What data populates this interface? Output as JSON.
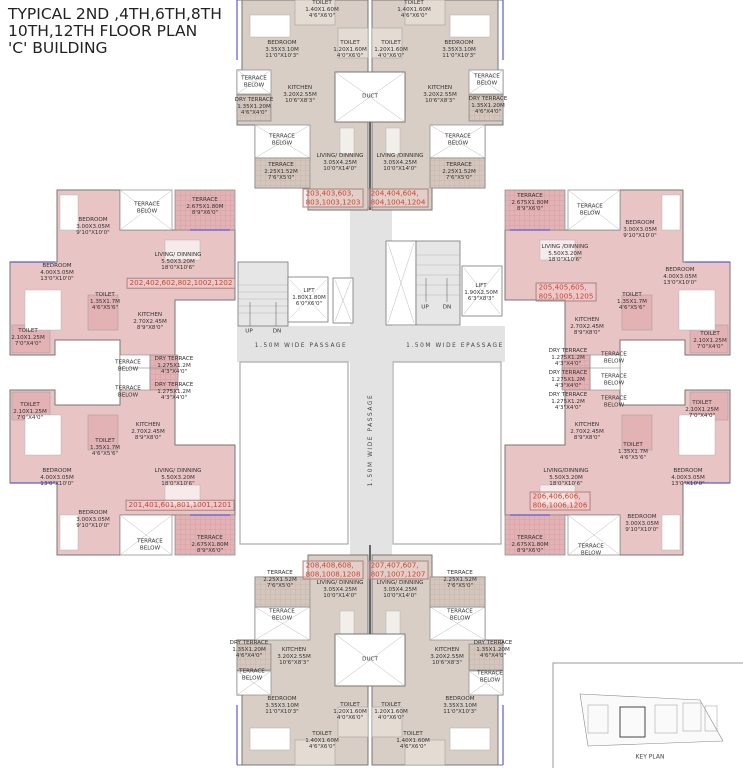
{
  "title": {
    "lines": [
      "TYPICAL 2ND ,4TH,6TH,8TH",
      "10TH,12TH FLOOR PLAN",
      "'C' BUILDING"
    ]
  },
  "colors": {
    "unit_pink": "#e9c4c5",
    "unit_tan": "#d9cec5",
    "terrace_pink": "#e3b2b4",
    "terrace_tan": "#d4c6bd",
    "passage": "#e3e3e3",
    "unit_numbers": "#d1452c",
    "window_blue": "#5a5ae0"
  },
  "units": [
    {
      "numbers": [
        "203,403,603,",
        "803,1003,1203"
      ],
      "rooms": [
        {
          "name": "TOILET",
          "m": "1.40X1.60M",
          "ft": "4'6\"X6'0\""
        },
        {
          "name": "BEDROOM",
          "m": "3.35X3.10M",
          "ft": "11'0\"X10'3\""
        },
        {
          "name": "TOILET",
          "m": "1.20X1.60M",
          "ft": "4'0\"X6'0\""
        },
        {
          "name": "KITCHEN",
          "m": "3.20X2.55M",
          "ft": "10'6\"X8'3\""
        },
        {
          "name": "TERRACE",
          "m": "BELOW",
          "ft": ""
        },
        {
          "name": "DRY TERRACE",
          "m": "1.35X1.20M",
          "ft": "4'6\"X4'0\""
        },
        {
          "name": "TERRACE",
          "m": "BELOW",
          "ft": ""
        },
        {
          "name": "TERRACE",
          "m": "2.25X1.52M",
          "ft": "7'6\"X5'0\""
        },
        {
          "name": "LIVING/ DINNING",
          "m": "3.05X4.25M",
          "ft": "10'0\"X14'0\""
        }
      ]
    },
    {
      "numbers": [
        "204,404,604,",
        "804,1004,1204"
      ],
      "rooms": [
        {
          "name": "TOILET",
          "m": "1.40X1.60M",
          "ft": "4'6\"X6'0\""
        },
        {
          "name": "BEDROOM",
          "m": "3.35X3.10M",
          "ft": "11'0\"X10'3\""
        },
        {
          "name": "TOILET",
          "m": "1.20X1.60M",
          "ft": "4'0\"X6'0\""
        },
        {
          "name": "KITCHEN",
          "m": "3.20X2.55M",
          "ft": "10'6\"X8'3\""
        },
        {
          "name": "TERRACE",
          "m": "BELOW",
          "ft": ""
        },
        {
          "name": "DRY TERRACE",
          "m": "1.35X1.20M",
          "ft": "4'6\"X4'0\""
        },
        {
          "name": "TERRACE",
          "m": "BELOW",
          "ft": ""
        },
        {
          "name": "TERRACE",
          "m": "2.25X1.52M",
          "ft": "7'6\"X5'0\""
        },
        {
          "name": "LIVING /DINNING",
          "m": "3.05X4.25M",
          "ft": "10'0\"X14'0\""
        }
      ]
    },
    {
      "numbers": [
        "202,402,602,802,1002,1202"
      ],
      "rooms": [
        {
          "name": "TERRACE",
          "m": "BELOW",
          "ft": ""
        },
        {
          "name": "TERRACE",
          "m": "2.675X1.80M",
          "ft": "8'9\"X6'0\""
        },
        {
          "name": "BEDROOM",
          "m": "3.00X3.05M",
          "ft": "9'10\"X10'0\""
        },
        {
          "name": "LIVING/ DINNING",
          "m": "5.50X3.20M",
          "ft": "18'0\"X10'6\""
        },
        {
          "name": "BEDROOM",
          "m": "4.00X3.05M",
          "ft": "13'0\"X10'0\""
        },
        {
          "name": "TOILET",
          "m": "1.35X1.7M",
          "ft": "4'6\"X5'6\""
        },
        {
          "name": "KITCHEN",
          "m": "2.70X2.45M",
          "ft": "8'9\"X8'0\""
        },
        {
          "name": "TOILET",
          "m": "2.10X1.25M",
          "ft": "7'0\"X4'0\""
        },
        {
          "name": "TERRACE",
          "m": "BELOW",
          "ft": ""
        },
        {
          "name": "DRY TERRACE",
          "m": "1.275X1.2M",
          "ft": "4'3\"X4'0\""
        }
      ]
    },
    {
      "numbers": [
        "201,401,601,801,1001,1201"
      ],
      "rooms": [
        {
          "name": "TERRACE",
          "m": "BELOW",
          "ft": ""
        },
        {
          "name": "DRY TERRACE",
          "m": "1.275X1.2M",
          "ft": "4'3\"X4'0\""
        },
        {
          "name": "TOILET",
          "m": "2.10X1.25M",
          "ft": "7'0\"X4'0\""
        },
        {
          "name": "KITCHEN",
          "m": "2.70X2.45M",
          "ft": "8'9\"X8'0\""
        },
        {
          "name": "TOILET",
          "m": "1.35X1.7M",
          "ft": "4'6\"X5'6\""
        },
        {
          "name": "BEDROOM",
          "m": "4.00X3.05M",
          "ft": "13'0\"X10'0\""
        },
        {
          "name": "LIVING/ DINNING",
          "m": "5.50X3.20M",
          "ft": "18'0\"X10'6\""
        },
        {
          "name": "BEDROOM",
          "m": "3.00X3.05M",
          "ft": "9'10\"X10'0\""
        },
        {
          "name": "TERRACE",
          "m": "BELOW",
          "ft": ""
        },
        {
          "name": "TERRACE",
          "m": "2.675X1.80M",
          "ft": "8'9\"X6'0\""
        }
      ]
    },
    {
      "numbers": [
        "205,405,605,",
        "805,1005,1205"
      ],
      "rooms": [
        {
          "name": "TERRACE",
          "m": "2.675X1.80M",
          "ft": "8'9\"X6'0\""
        },
        {
          "name": "TERRACE",
          "m": "BELOW",
          "ft": ""
        },
        {
          "name": "BEDROOM",
          "m": "3.00X3.05M",
          "ft": "9'10\"X10'0\""
        },
        {
          "name": "LIVING /DINNING",
          "m": "5.50X3.20M",
          "ft": "18'0\"X10'6\""
        },
        {
          "name": "BEDROOM",
          "m": "4.00X3.05M",
          "ft": "13'0\"X10'0\""
        },
        {
          "name": "TOILET",
          "m": "1.35X1.7M",
          "ft": "4'6\"X5'6\""
        },
        {
          "name": "KITCHEN",
          "m": "2.70X2.45M",
          "ft": "8'9\"X8'0\""
        },
        {
          "name": "TOILET",
          "m": "2.10X1.25M",
          "ft": "7'0\"X4'0\""
        },
        {
          "name": "DRY TERRACE",
          "m": "1.275X1.2M",
          "ft": "4'3\"X4'0\""
        },
        {
          "name": "TERRACE",
          "m": "BELOW",
          "ft": ""
        }
      ]
    },
    {
      "numbers": [
        "206,406,606,",
        "806,1006,1206"
      ],
      "rooms": [
        {
          "name": "DRY TERRACE",
          "m": "1.275X1.2M",
          "ft": "4'3\"X4'0\""
        },
        {
          "name": "TERRACE",
          "m": "BELOW",
          "ft": ""
        },
        {
          "name": "DRY TERRACE",
          "m": "1.275X1.2M",
          "ft": "4'3\"X4'0\""
        },
        {
          "name": "TERRACE",
          "m": "BELOW",
          "ft": ""
        },
        {
          "name": "TOILET",
          "m": "2.10X1.25M",
          "ft": "7'0\"X4'0\""
        },
        {
          "name": "KITCHEN",
          "m": "2.70X2.45M",
          "ft": "8'9\"X8'0\""
        },
        {
          "name": "TOILET",
          "m": "1.35X1.7M",
          "ft": "4'6\"X5'6\""
        },
        {
          "name": "LIVING/DINNING",
          "m": "5.50X3.20M",
          "ft": "18'0\"X10'6\""
        },
        {
          "name": "BEDROOM",
          "m": "4.00X3.05M",
          "ft": "13'0\"X10'0\""
        },
        {
          "name": "BEDROOM",
          "m": "3.00X3.05M",
          "ft": "9'10\"X10'0\""
        },
        {
          "name": "TERRACE",
          "m": "2.675X1.80M",
          "ft": "8'9\"X6'0\""
        },
        {
          "name": "TERRACE",
          "m": "BELOW",
          "ft": ""
        }
      ]
    },
    {
      "numbers": [
        "208,408,608,",
        "808,1008,1208"
      ],
      "rooms": [
        {
          "name": "TERRACE",
          "m": "2.25X1.52M",
          "ft": "7'6\"X5'0\""
        },
        {
          "name": "LIVING/ DINNING",
          "m": "3.05X4.25M",
          "ft": "10'0\"X14'0\""
        },
        {
          "name": "TERRACE",
          "m": "BELOW",
          "ft": ""
        },
        {
          "name": "DRY TERRACE",
          "m": "1.35X1.20M",
          "ft": "4'6\"X4'0\""
        },
        {
          "name": "KITCHEN",
          "m": "3.20X2.55M",
          "ft": "10'6\"X8'3\""
        },
        {
          "name": "TERRACE",
          "m": "BELOW",
          "ft": ""
        },
        {
          "name": "BEDROOM",
          "m": "3.35X3.10M",
          "ft": "11'0\"X10'3\""
        },
        {
          "name": "TOILET",
          "m": "1.20X1.60M",
          "ft": "4'0\"X6'0\""
        },
        {
          "name": "TOILET",
          "m": "1.40X1.60M",
          "ft": "4'6\"X6'0\""
        }
      ]
    },
    {
      "numbers": [
        "207,407,607,",
        "807,1007,1207"
      ],
      "rooms": [
        {
          "name": "TERRACE",
          "m": "2.25X1.52M",
          "ft": "7'6\"X5'0\""
        },
        {
          "name": "LIVING/ DINNING",
          "m": "3.05X4.25M",
          "ft": "10'0\"X14'0\""
        },
        {
          "name": "TERRACE",
          "m": "BELOW",
          "ft": ""
        },
        {
          "name": "DRY TERRACE",
          "m": "1.35X1.20M",
          "ft": "4'6\"X4'0\""
        },
        {
          "name": "KITCHEN",
          "m": "3.20X2.55M",
          "ft": "10'6\"X8'3\""
        },
        {
          "name": "TERRACE",
          "m": "BELOW",
          "ft": ""
        },
        {
          "name": "BEDROOM",
          "m": "3.35X3.10M",
          "ft": "11'0\"X10'3\""
        },
        {
          "name": "TOILET",
          "m": "1.20X1.60M",
          "ft": "4'0\"X6'0\""
        },
        {
          "name": "TOILET",
          "m": "1.40X1.60M",
          "ft": "4'6\"X6'0\""
        }
      ]
    }
  ],
  "core": {
    "duct_top": "DUCT",
    "duct_bottom": "DUCT",
    "lift_left": {
      "name": "LIFT",
      "m": "1.80X1.80M",
      "ft": "6'0\"X6'0\""
    },
    "lift_right": {
      "name": "LIFT",
      "m": "1.90X2.50M",
      "ft": "6'3\"X8'3\""
    },
    "stair_left_up": "UP",
    "stair_left_dn": "DN",
    "stair_right_up": "UP",
    "stair_right_dn": "DN",
    "passage_left": "1.50M WIDE PASSAGE",
    "passage_right": "1.50M WIDE EPASSAGE",
    "passage_vertical": "1.50M WIDE PASSAGE"
  },
  "key_plan": {
    "label": "KEY PLAN"
  }
}
